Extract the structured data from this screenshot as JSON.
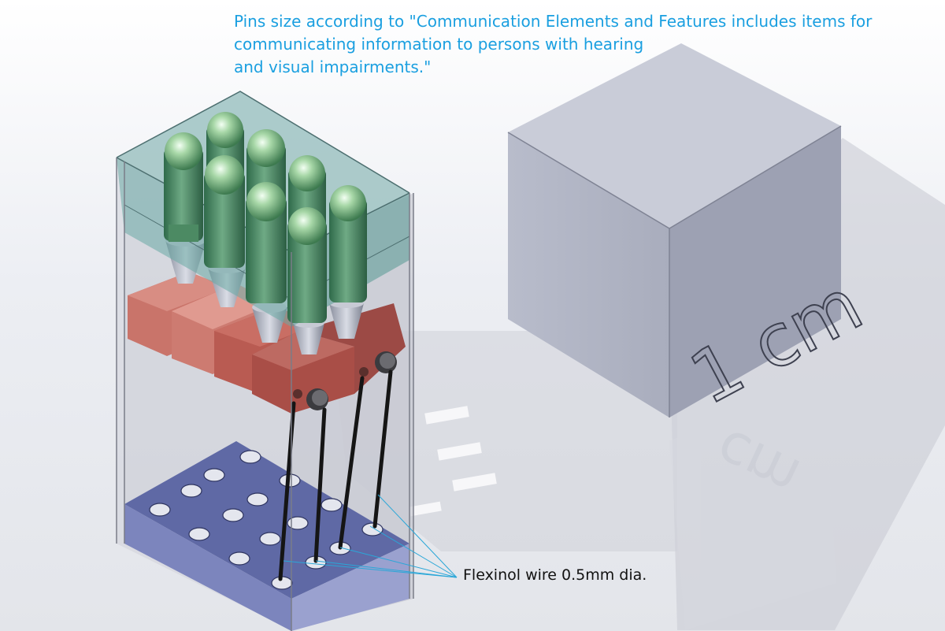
{
  "caption": {
    "line1": "Pins size according to \"Communication Elements and Features includes items for",
    "line2": "communicating information to persons with hearing",
    "line3": "and visual impairments.\""
  },
  "callout": {
    "wire_label": "Flexinol wire 0.5mm dia."
  },
  "reference_cube": {
    "label": "1 cm"
  },
  "colors": {
    "caption_text": "#1a9fe0",
    "pin_green": "#3f7e5a",
    "block_red": "#c0645a",
    "base_blue": "#6e78b0",
    "cube_face": "#9da1b3",
    "leader_line": "#2aa7d8"
  },
  "counts": {
    "braille_pins": 8,
    "flexinol_wires": 4
  }
}
